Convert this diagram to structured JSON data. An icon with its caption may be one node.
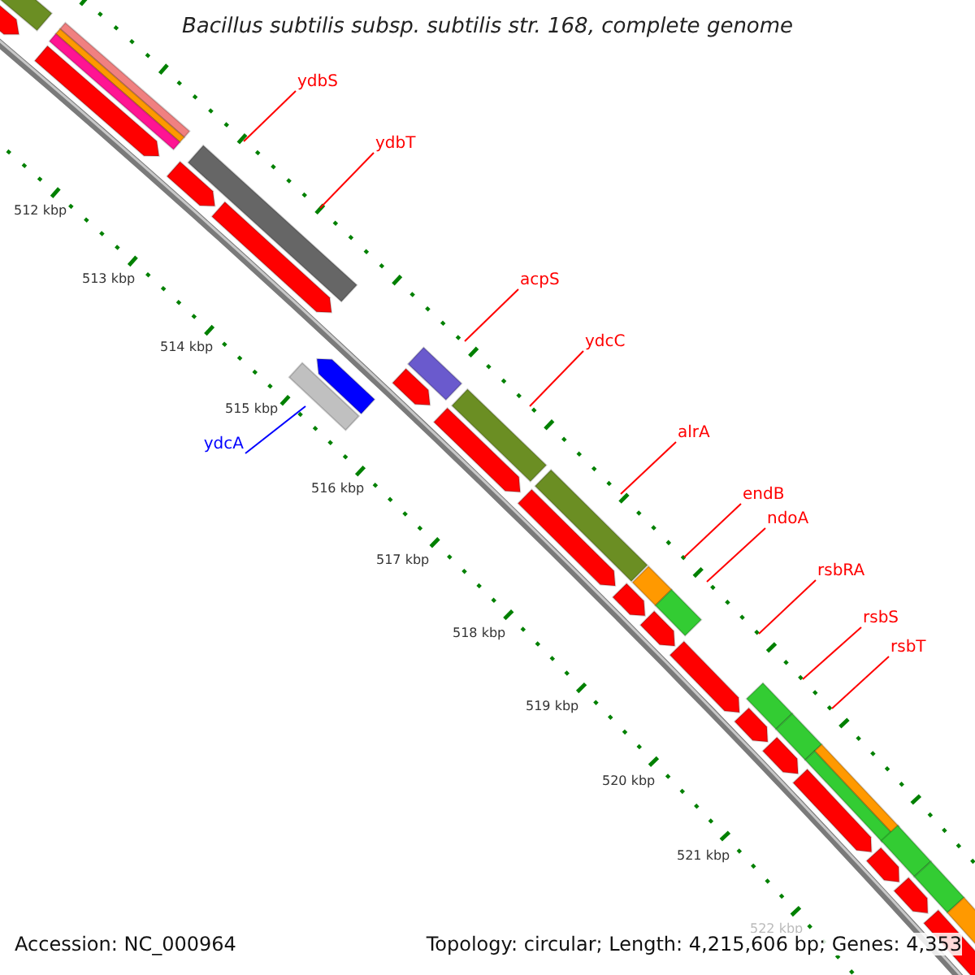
{
  "diagram": {
    "title": "Bacillus subtilis subsp. subtilis str. 168, complete genome",
    "nodes": [
      {
        "text": [
          "ydbS"
        ]
      },
      {
        "text": [
          "ydbT"
        ]
      },
      {
        "text": [
          "acpS"
        ]
      },
      {
        "text": [
          "ydcC"
        ]
      },
      {
        "text": [
          "alrA"
        ]
      },
      {
        "text": [
          "ydcA"
        ]
      },
      {
        "text": [
          "endB"
        ]
      },
      {
        "text": [
          "ndoA"
        ]
      },
      {
        "text": [
          "rsbRA"
        ]
      },
      {
        "text": [
          "rsbS"
        ]
      },
      {
        "text": [
          "rsbT"
        ]
      }
    ],
    "edges": [
      {
        "from": 0,
        "to": null,
        "arrow": "none"
      },
      {
        "from": 1,
        "to": null,
        "arrow": "none"
      },
      {
        "from": 2,
        "to": null,
        "arrow": "none"
      },
      {
        "from": 3,
        "to": null,
        "arrow": "none"
      },
      {
        "from": 4,
        "to": null,
        "arrow": "none"
      },
      {
        "from": 5,
        "to": null,
        "arrow": "none",
        "color": "#0000ff"
      },
      {
        "from": 6,
        "to": null,
        "arrow": "none"
      },
      {
        "from": 7,
        "to": null,
        "arrow": "none"
      },
      {
        "from": 8,
        "to": null,
        "arrow": "none"
      },
      {
        "from": 9,
        "to": null,
        "arrow": "none"
      },
      {
        "from": 10,
        "to": null,
        "arrow": "none"
      }
    ],
    "labels": [
      "512 kbp",
      "513 kbp",
      "514 kbp",
      "515 kbp",
      "516 kbp",
      "517 kbp",
      "518 kbp",
      "519 kbp",
      "520 kbp",
      "521 kbp",
      "522 kbp",
      "Accession: NC_000964",
      "Topology: circular; Length: 4,215,606 bp; Genes: 4,353"
    ]
  }
}
